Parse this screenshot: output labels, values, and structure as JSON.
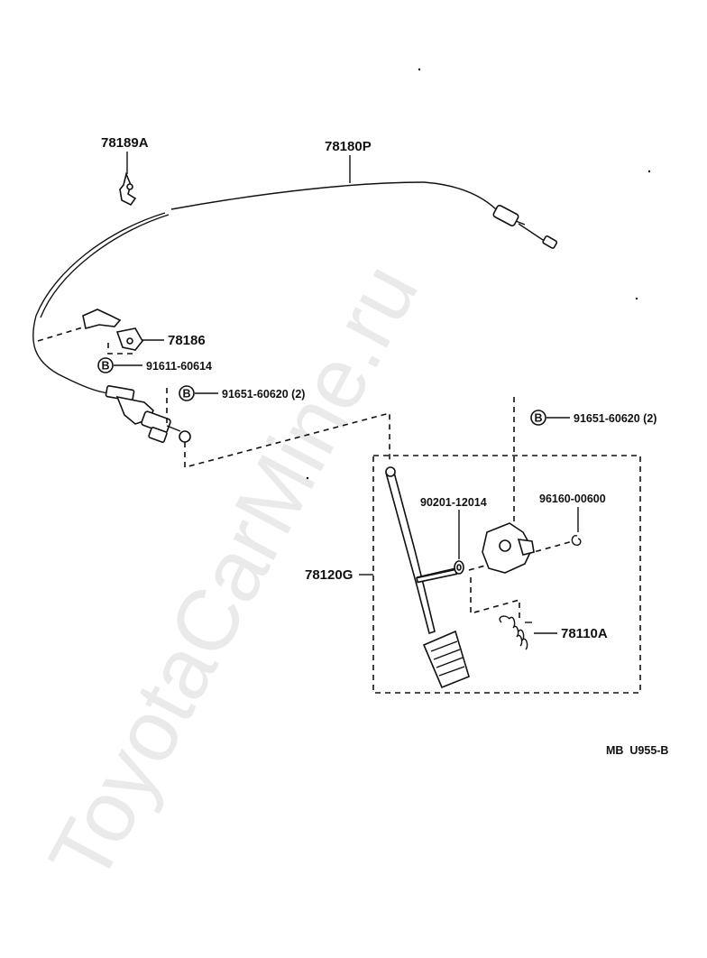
{
  "watermark": "ToyotaCarMine.ru",
  "diagram_code": "MB  U955-B",
  "bolt_marker": "B",
  "parts": {
    "clamp": "78189A",
    "cable": "78180P",
    "bracket": "78186",
    "bolt_bracket": "91611-60614",
    "bolt_cable_end": "91651-60620 (2)",
    "bolt_pedal_support": "91651-60620 (2)",
    "pedal_lever": "78120G",
    "washer": "90201-12014",
    "clip": "96160-00600",
    "spring": "78110A"
  }
}
